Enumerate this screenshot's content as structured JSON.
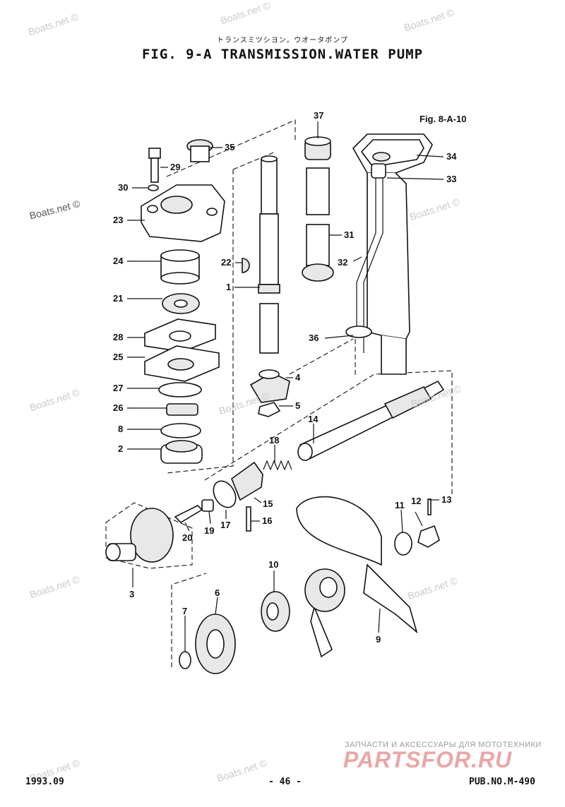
{
  "header": {
    "japanese_title": "トランスミツシヨン，ウオータポンプ",
    "title": "FIG.  9-A TRANSMISSION.WATER PUMP"
  },
  "reference": "Fig. 8-A-10",
  "callouts": [
    {
      "id": "c37",
      "label": "37"
    },
    {
      "id": "c35",
      "label": "35"
    },
    {
      "id": "c34",
      "label": "34"
    },
    {
      "id": "c33",
      "label": "33"
    },
    {
      "id": "c29",
      "label": "29"
    },
    {
      "id": "c30",
      "label": "30"
    },
    {
      "id": "c23",
      "label": "23"
    },
    {
      "id": "c31",
      "label": "31"
    },
    {
      "id": "c24",
      "label": "24"
    },
    {
      "id": "c22",
      "label": "22"
    },
    {
      "id": "c32",
      "label": "32"
    },
    {
      "id": "c1",
      "label": "1"
    },
    {
      "id": "c21",
      "label": "21"
    },
    {
      "id": "c28",
      "label": "28"
    },
    {
      "id": "c36",
      "label": "36"
    },
    {
      "id": "c25",
      "label": "25"
    },
    {
      "id": "c4",
      "label": "4"
    },
    {
      "id": "c27",
      "label": "27"
    },
    {
      "id": "c5",
      "label": "5"
    },
    {
      "id": "c26",
      "label": "26"
    },
    {
      "id": "c14",
      "label": "14"
    },
    {
      "id": "c8",
      "label": "8"
    },
    {
      "id": "c18",
      "label": "18"
    },
    {
      "id": "c2",
      "label": "2"
    },
    {
      "id": "c15",
      "label": "15"
    },
    {
      "id": "c12",
      "label": "12"
    },
    {
      "id": "c13",
      "label": "13"
    },
    {
      "id": "c11",
      "label": "11"
    },
    {
      "id": "c17",
      "label": "17"
    },
    {
      "id": "c16",
      "label": "16"
    },
    {
      "id": "c19",
      "label": "19"
    },
    {
      "id": "c20",
      "label": "20"
    },
    {
      "id": "c3",
      "label": "3"
    },
    {
      "id": "c10",
      "label": "10"
    },
    {
      "id": "c6",
      "label": "6"
    },
    {
      "id": "c7",
      "label": "7"
    },
    {
      "id": "c9",
      "label": "9"
    }
  ],
  "watermark": "Boats.net ©",
  "footer": {
    "date": "1993.09",
    "page": "- 46 -",
    "pub": "PUB.NO.M-490"
  },
  "brand": {
    "tagline": "ЗАПЧАСТИ И АКСЕССУАРЫ ДЛЯ МОТОТЕХНИКИ",
    "logo": "PARTSFOR.RU",
    "logo_color": "#e9a7a7"
  }
}
